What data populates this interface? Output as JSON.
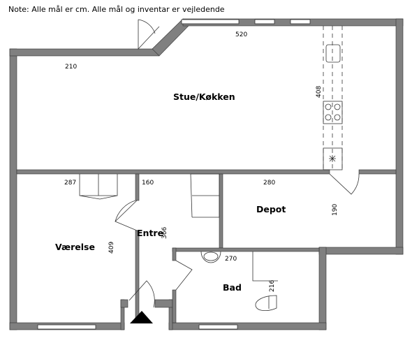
{
  "note": "Note: Alle mål er cm. Alle mål og inventar er vejledende",
  "rooms": {
    "stue": {
      "label": "Stue/Køkken",
      "dim_width": "520",
      "dim_left": "210",
      "dim_depth": "408"
    },
    "vaerelse": {
      "label": "Værelse",
      "dim_width": "287",
      "dim_depth": "409"
    },
    "entre": {
      "label": "Entre",
      "dim_width": "160",
      "dim_depth": "366"
    },
    "depot": {
      "label": "Depot",
      "dim_width": "280",
      "dim_depth": "190"
    },
    "bad": {
      "label": "Bad",
      "dim_width": "270",
      "dim_depth": "216"
    }
  },
  "colors": {
    "wall": "#808080",
    "line": "#333333"
  }
}
